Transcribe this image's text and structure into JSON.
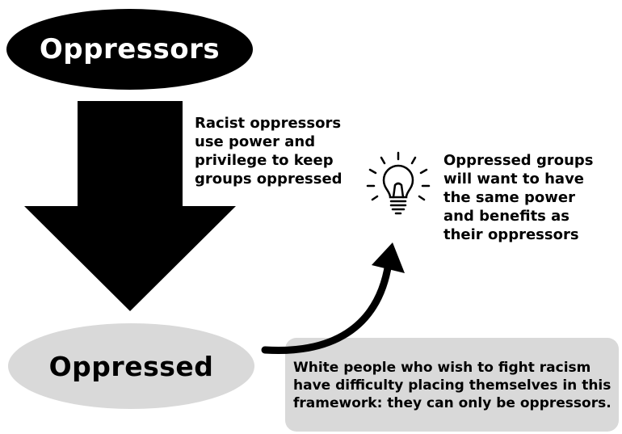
{
  "oppressors_label": "Oppressors",
  "oppressed_label": "Oppressed",
  "racist_lines": [
    "Racist oppressors",
    "use power and",
    "privilege to keep",
    "groups oppressed"
  ],
  "groups_lines": [
    "Oppressed groups",
    "will want to have",
    "the same power",
    "and benefits as",
    "their oppressors"
  ],
  "note_lines": [
    "White people who wish to fight racism",
    "have difficulty placing themselves in this",
    "framework: they can only be oppressors."
  ],
  "icons": {
    "down_arrow": "down-arrow-icon",
    "curved_arrow": "curved-arrow-icon",
    "bulb": "lightbulb-icon"
  },
  "colors": {
    "dark": "#000000",
    "light_gray": "#d9d9d9",
    "text_on_dark": "#ffffff"
  }
}
